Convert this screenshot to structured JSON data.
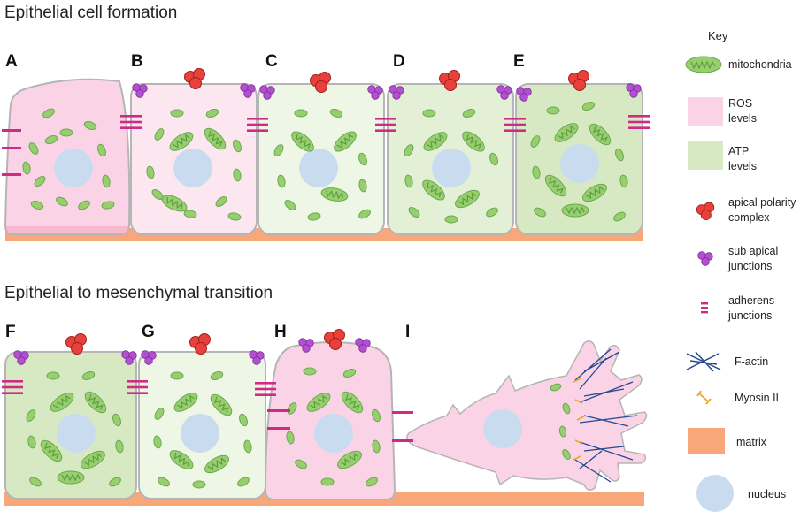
{
  "titles": {
    "top": "Epithelial cell formation",
    "bottom": "Epithelial to mesenchymal transition"
  },
  "panels": {
    "a": "A",
    "b": "B",
    "c": "C",
    "d": "D",
    "e": "E",
    "f": "F",
    "g": "G",
    "h": "H",
    "i": "I"
  },
  "key": {
    "title": "Key",
    "mitochondria": "mitochondria",
    "ros": [
      "ROS",
      "levels"
    ],
    "atp": [
      "ATP",
      "levels"
    ],
    "apical": [
      "apical polarity",
      "complex"
    ],
    "subapical": [
      "sub apical",
      "junctions"
    ],
    "adherens": [
      "adherens",
      "junctions"
    ],
    "factin": "F-actin",
    "myosin": "Myosin II",
    "matrix": "matrix",
    "nucleus": "nucleus"
  },
  "colors": {
    "ros_fill": "#fbd3e6",
    "ros_light": "#fce6f0",
    "atp_fill": "#d7e9c3",
    "atp_light": "#eef6e6",
    "atp_dark": "#cfe4b6",
    "matrix": "#f7a77a",
    "nucleus": "#c9dcef",
    "mito": "#97cf6e",
    "mito_stroke": "#6aa84f",
    "apical": "#e8413c",
    "subapical": "#b34fd3",
    "adherens": "#cf2a86",
    "factin": "#24498f",
    "myosin": "#e8a622",
    "cell_stroke": "#b5b5b5"
  }
}
